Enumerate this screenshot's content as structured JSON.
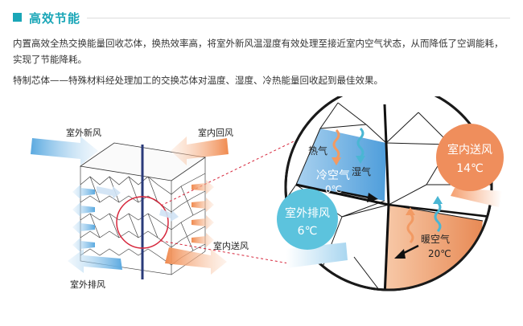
{
  "header": {
    "title": "高效节能"
  },
  "paragraphs": {
    "p1": "内置高效全热交换能量回收芯体，换热效率高，将室外新风温湿度有效处理至接近室内空气状态，从而降低了空调能耗，实现了节能降耗。",
    "p2": "特制芯体——特殊材料经处理加工的交换芯体对温度、湿度、冷热能量回收起到最佳效果。"
  },
  "core_labels": {
    "outdoor_fresh": "室外新风",
    "indoor_return": "室内回风",
    "indoor_supply": "室内送风",
    "outdoor_exhaust": "室外排风"
  },
  "zoom_labels": {
    "hot_air": "热气",
    "humidity": "湿气",
    "cold_air": "冷空气",
    "cold_temp": "0℃",
    "warm_air": "暖空气",
    "warm_temp": "20℃",
    "supply_name": "室内送风",
    "supply_temp": "14℃",
    "exhaust_name": "室外排风",
    "exhaust_temp": "6℃"
  },
  "colors": {
    "accent": "#1aa6b7",
    "cold_blue": "#6fb4e3",
    "warm_orange": "#f0935a",
    "teal_bubble": "#5cc3dd",
    "orange_bubble": "#ef8e5c"
  }
}
